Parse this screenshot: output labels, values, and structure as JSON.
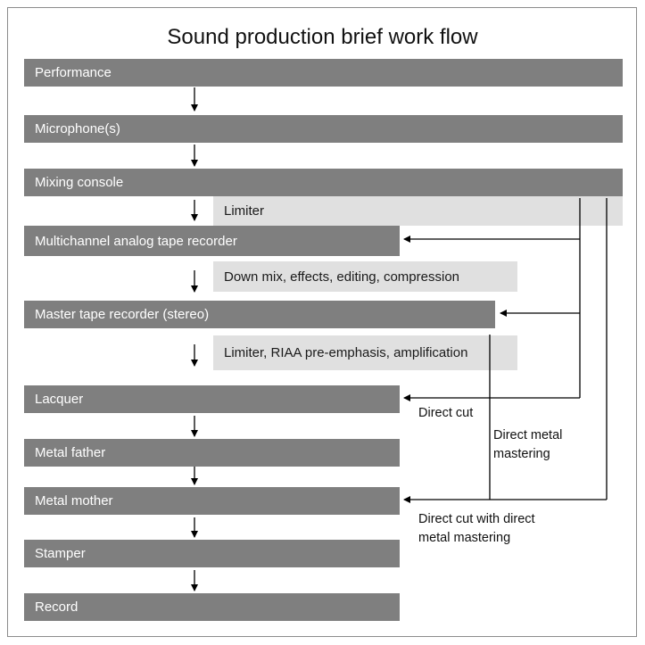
{
  "title": "Sound production brief work flow",
  "stages": {
    "performance": "Performance",
    "microphones": "Microphone(s)",
    "mixing_console": "Mixing console",
    "multichannel": "Multichannel analog tape recorder",
    "master_tape": "Master tape recorder (stereo)",
    "lacquer": "Lacquer",
    "metal_father": "Metal father",
    "metal_mother": "Metal mother",
    "stamper": "Stamper",
    "record": "Record"
  },
  "processes": {
    "limiter": "Limiter",
    "downmix": "Down mix, effects, editing, compression",
    "riaa": "Limiter, RIAA pre-emphasis, amplification"
  },
  "paths": {
    "direct_cut": "Direct cut",
    "direct_metal_mastering_1": "Direct metal",
    "direct_metal_mastering_2": "mastering",
    "direct_cut_dmm_1": "Direct cut with direct",
    "direct_cut_dmm_2": "metal mastering"
  },
  "colors": {
    "stage_fill": "#7f7f7f",
    "process_fill": "#e0e0e0",
    "arrow": "#000000"
  }
}
